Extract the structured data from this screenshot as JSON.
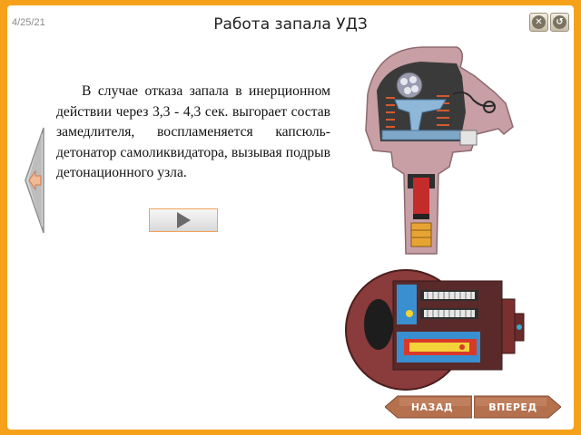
{
  "header": {
    "date": "4/25/21",
    "title": "Работа запала УДЗ"
  },
  "content": {
    "paragraph": "В случае отказа запала в инерционном действии через 3,3 - 4,3 сек. выгорает состав замедлителя, воспламеняется капсюль-детонатор самоликвидатора, вызывая подрыв детонационного узла."
  },
  "controls": {
    "close_icon": "close-icon",
    "return_icon": "return-icon",
    "left_arrow_icon": "left-arrow-icon",
    "play_icon": "play-icon"
  },
  "footer": {
    "prev_label": "НАЗАД",
    "next_label": "ВПЕРЕД"
  },
  "colors": {
    "frame": "#f5a21a",
    "nav_button": "#b5714e",
    "fuse_body": "#c79fa4",
    "device_body": "#8a3b3b",
    "chamber": "#3a8fd0"
  }
}
